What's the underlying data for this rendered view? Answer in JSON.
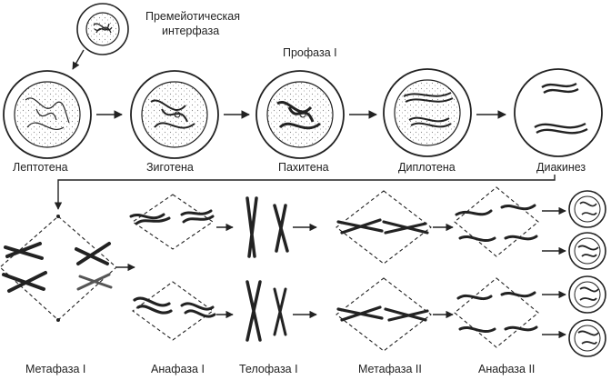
{
  "title_main": "Премейотическая",
  "title_sub": "интерфаза",
  "prophase_title": "Профаза I",
  "stages_top": [
    "Лептотена",
    "Зиготена",
    "Пахитена",
    "Диплотена",
    "Диакинез"
  ],
  "stages_bottom": [
    "Метафаза I",
    "Анафаза I",
    "Телофаза I",
    "Метафаза II",
    "Анафаза II"
  ],
  "colors": {
    "ink": "#222222",
    "stipple": "#888888",
    "white": "#ffffff"
  }
}
